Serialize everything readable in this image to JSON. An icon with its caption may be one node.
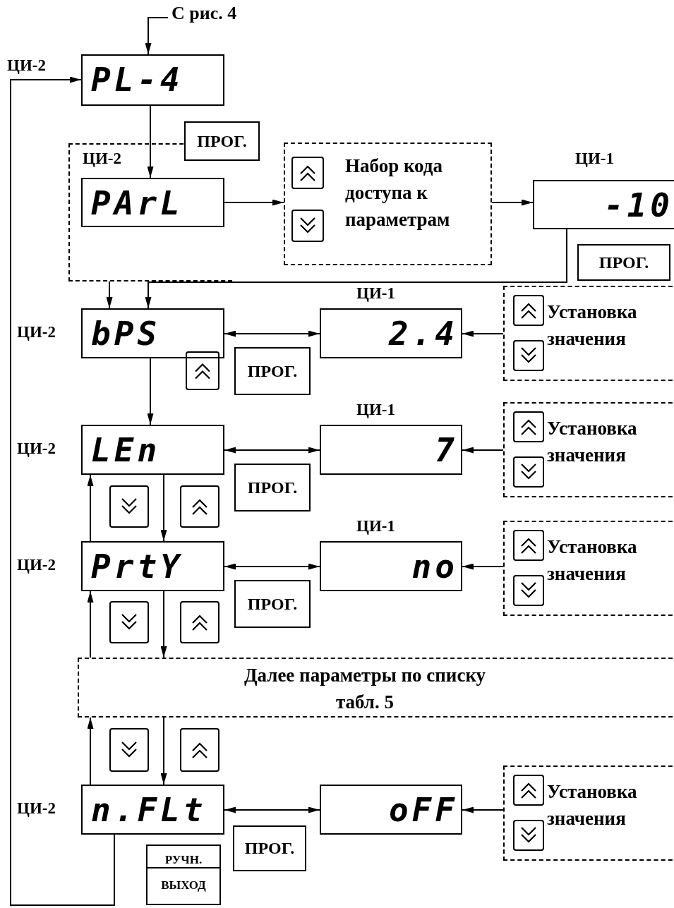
{
  "diagram": {
    "nodes": [
      {
        "text": [
          "PL-4"
        ],
        "beside": [
          "ЦИ-2"
        ]
      },
      {
        "text": [],
        "shape": "box"
      },
      {
        "text": [
          "PArL"
        ],
        "in": 1,
        "beside": [
          "ЦИ-2"
        ]
      },
      {
        "text": [
          "Набор кода доступа к параметрам"
        ]
      },
      {
        "text": [
          "-10"
        ],
        "beside": [
          "ЦИ-1"
        ]
      },
      {
        "text": [
          "bPS"
        ],
        "beside": [
          "ЦИ-2"
        ]
      },
      {
        "text": [
          "2.4"
        ],
        "beside": [
          "ЦИ-1"
        ]
      },
      {
        "text": [
          "Установка значения"
        ]
      },
      {
        "text": [
          "LEn"
        ],
        "beside": [
          "ЦИ-2"
        ]
      },
      {
        "text": [
          "7"
        ],
        "beside": [
          "ЦИ-1"
        ]
      },
      {
        "text": [
          "Установка значения"
        ]
      },
      {
        "text": [
          "PrtY"
        ],
        "beside": [
          "ЦИ-2"
        ]
      },
      {
        "text": [
          "no"
        ],
        "beside": [
          "ЦИ-1"
        ]
      },
      {
        "text": [
          "Установка значения"
        ]
      },
      {
        "text": [
          "Далее параметры по списку табл. 5"
        ]
      },
      {
        "text": [
          "n.FLt"
        ],
        "beside": [
          "ЦИ-2"
        ]
      },
      {
        "text": [
          "oFF"
        ]
      },
      {
        "text": [
          "Установка значения"
        ]
      }
    ],
    "edges": [
      {
        "from": null,
        "to": 0,
        "arrow": "to",
        "label": "С рис. 4"
      },
      {
        "from": 0,
        "to": 2,
        "arrow": "to"
      },
      {
        "from": 2,
        "to": 3,
        "arrow": "to"
      },
      {
        "from": 3,
        "to": 4,
        "arrow": "to"
      },
      {
        "from": 4,
        "to": 5,
        "arrow": "to"
      },
      {
        "from": 1,
        "to": 5,
        "arrow": "to"
      },
      {
        "from": 5,
        "to": 6,
        "arrow": "both"
      },
      {
        "from": 7,
        "to": 6,
        "arrow": "to"
      },
      {
        "from": 5,
        "to": 8,
        "arrow": "to"
      },
      {
        "from": 8,
        "to": 9,
        "arrow": "both"
      },
      {
        "from": 10,
        "to": 9,
        "arrow": "to"
      },
      {
        "from": 8,
        "to": 11,
        "arrow": "to"
      },
      {
        "from": 11,
        "to": 8,
        "arrow": "to"
      },
      {
        "from": 11,
        "to": 12,
        "arrow": "both"
      },
      {
        "from": 13,
        "to": 12,
        "arrow": "to"
      },
      {
        "from": 11,
        "to": 14,
        "arrow": "to"
      },
      {
        "from": 14,
        "to": 11,
        "arrow": "to"
      },
      {
        "from": 14,
        "to": 15,
        "arrow": "to"
      },
      {
        "from": 15,
        "to": 14,
        "arrow": "to"
      },
      {
        "from": 15,
        "to": 16,
        "arrow": "both"
      },
      {
        "from": 17,
        "to": 16,
        "arrow": "to"
      },
      {
        "from": 15,
        "to": 0,
        "arrow": "to"
      }
    ],
    "labels": [
      "ПРОГ.",
      "ПРОГ.",
      "ПРОГ.",
      "ПРОГ.",
      "ПРОГ.",
      "ПРОГ.",
      "РУЧН.",
      "ВЫХОД"
    ]
  }
}
